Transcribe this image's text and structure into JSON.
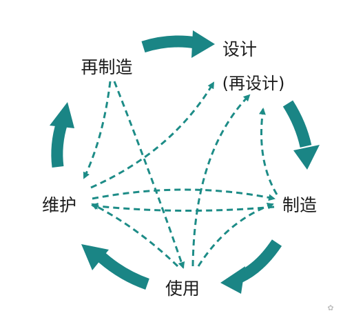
{
  "nodes": {
    "design": {
      "label": "设计",
      "sublabel": "(再设计)"
    },
    "manufacture": {
      "label": "制造"
    },
    "use": {
      "label": "使用"
    },
    "maintain": {
      "label": "维护"
    },
    "remanufacture": {
      "label": "再制造"
    }
  },
  "corner_mark": "✿",
  "colors": {
    "cycle_arrow": "#1a8585",
    "dashed_arrow": "#1d8c87",
    "text": "#1b1b1b"
  }
}
